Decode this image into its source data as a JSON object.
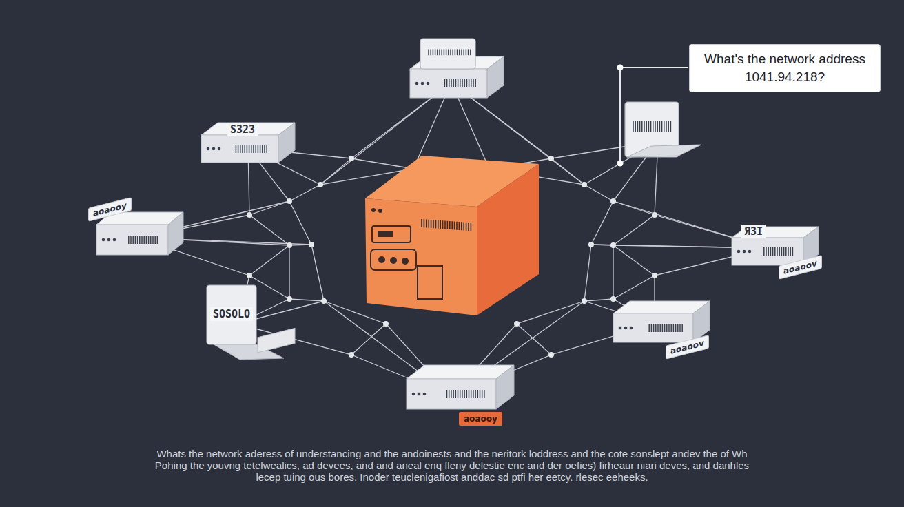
{
  "diagram": {
    "caption": "Whats the network aderess of understancing and the andoinests and the neritork loddress and the cote sonslept andev the of Wh Pohing the youvng tetelwealics, ad devees, and and aneal enq fleny delestie enc and der oefies) firheaur niari deves, and danhles lecep tuing ous bores. Inoder teuclenigafiost anddac sd ptfi her eetcy. rlesec eeheeks.",
    "nodes": [
      {
        "text": [
          "What's the network address 1041.94.218?"
        ]
      }
    ],
    "labels": [
      "S323",
      "aoaooy",
      "ЯЗI",
      "aoaoov",
      "SOSOLO",
      "aoaoov",
      "aoaooy"
    ]
  }
}
